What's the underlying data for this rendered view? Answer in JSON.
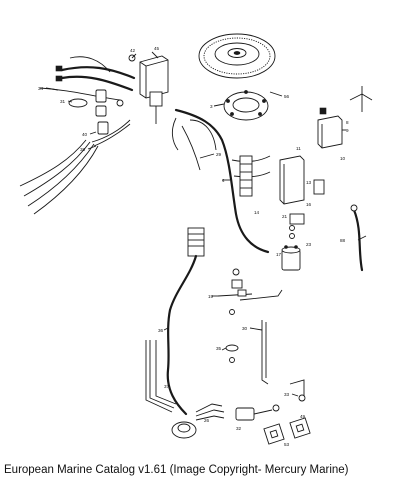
{
  "caption": "European Marine Catalog v1.61 (Image Copyright- Mercury Marine)",
  "callouts": [
    {
      "id": "c45",
      "text": "45"
    },
    {
      "id": "c42",
      "text": "42"
    },
    {
      "id": "c34",
      "text": "34"
    },
    {
      "id": "c31",
      "text": "31"
    },
    {
      "id": "c40",
      "text": "40"
    },
    {
      "id": "c38",
      "text": "38"
    },
    {
      "id": "c4",
      "text": "4"
    },
    {
      "id": "c3",
      "text": "3"
    },
    {
      "id": "c56",
      "text": "56"
    },
    {
      "id": "c29",
      "text": "29"
    },
    {
      "id": "c11",
      "text": "11"
    },
    {
      "id": "c13",
      "text": "13"
    },
    {
      "id": "c16",
      "text": "16"
    },
    {
      "id": "c21",
      "text": "21"
    },
    {
      "id": "c17",
      "text": "17"
    },
    {
      "id": "c14",
      "text": "14"
    },
    {
      "id": "c23",
      "text": "23"
    },
    {
      "id": "c8",
      "text": "8"
    },
    {
      "id": "c9",
      "text": "9"
    },
    {
      "id": "c10",
      "text": "10"
    },
    {
      "id": "c88",
      "text": "88"
    },
    {
      "id": "c19",
      "text": "19"
    },
    {
      "id": "c36",
      "text": "36"
    },
    {
      "id": "c30",
      "text": "30"
    },
    {
      "id": "c35",
      "text": "35"
    },
    {
      "id": "c37",
      "text": "37"
    },
    {
      "id": "c33",
      "text": "33"
    },
    {
      "id": "c26",
      "text": "26"
    },
    {
      "id": "c53",
      "text": "53"
    },
    {
      "id": "c49",
      "text": "49"
    },
    {
      "id": "c32",
      "text": "32"
    }
  ]
}
